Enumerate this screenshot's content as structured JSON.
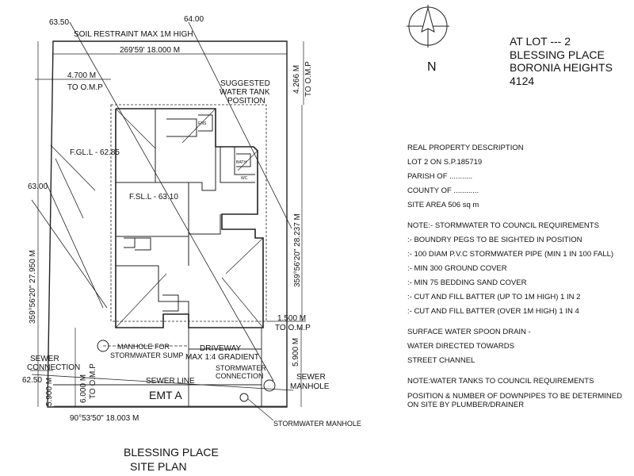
{
  "address": {
    "line1": "AT LOT --- 2",
    "line2": "BLESSING PLACE",
    "line3": "BORONIA HEIGHTS",
    "line4": "4124"
  },
  "north_label": "N",
  "property": {
    "heading": "REAL PROPERTY DESCRIPTION",
    "lot": "LOT 2 ON S.P.185719",
    "parish": "PARISH OF ...........",
    "county": "COUNTY OF ............",
    "area": "SITE AREA 506 sq m"
  },
  "notes": {
    "n1": "NOTE:- STORMWATER TO COUNCIL REQUIREMENTS",
    "n2": ":- BOUNDRY PEGS TO BE SIGHTED IN POSITION",
    "n3": ":- 100 DIAM P.V.C STORMWATER PIPE (MIN 1 IN 100 FALL)",
    "n4": ":- MIN 300 GROUND COVER",
    "n5": ":- MIN 75 BEDDING SAND COVER",
    "n6": ":- CUT AND FILL BATTER (UP TO 1M HIGH) 1 IN 2",
    "n7": ":- CUT AND FILL BATTER (OVER 1M HIGH) 1 IN 4",
    "s1": "SURFACE WATER SPOON DRAIN -",
    "s2": "WATER DIRECTED TOWARDS",
    "s3": "STREET CHANNEL",
    "t1": "NOTE:WATER TANKS TO COUNCIL REQUIREMENTS",
    "t2": "POSITION & NUMBER OF DOWNPIPES TO BE DETERMINED ON SITE BY PLUMBER/DRAINER"
  },
  "plan": {
    "soil_restraint": "SOIL RESTRAINT MAX 1M HIGH",
    "rl_6350": "63.50",
    "rl_6400": "64.00",
    "rl_6300": "63.00",
    "rl_6250": "62.50",
    "top_bearing": "269'59'  18.000 M",
    "bottom_bearing": "90°53'50\"  18.003 M",
    "left_bearing": "359°56'20\"  27.950 M",
    "right_bearing": "359°56'20\"  28.237 M",
    "setback_left": "4.700 M",
    "to_omp_left": "TO O.M.P",
    "setback_top": "4.266 M",
    "to_omp_top": "TO O.M.P",
    "setback_bottom": "1.500 M",
    "to_omp_bottom": "TO O.M.P",
    "tank_1": "SUGGESTED",
    "tank_2": "WATER TANK",
    "tank_3": "POSITION",
    "fgl": "F.GL.L - 62.85",
    "fsl": "F.SL.L - 63.10",
    "ens": "ENS",
    "bath": "BATH",
    "wc": "WC",
    "manhole_1": "MANHOLE FOR",
    "manhole_2": "STORMWATER SUMP",
    "driveway_1": "DRIVEWAY",
    "driveway_2": "MAX 1:4 GRADIENT",
    "sw_conn_1": "STORMWATER",
    "sw_conn_2": "CONNECTION",
    "sewer_conn_1": "SEWER",
    "sewer_conn_2": "CONNECTION",
    "sewer_line": "SEWER LINE",
    "emt": "EMT A",
    "sewer_mh_1": "SEWER",
    "sewer_mh_2": "MANHOLE",
    "sw_manhole": "STORMWATER MANHOLE",
    "d_6000": "6.000 M",
    "to_omp_sewer": "TO O.M.P",
    "d_5900_right": "5.900 M",
    "d_5900_left": "5.900 M"
  },
  "title": {
    "line1": "BLESSING PLACE",
    "line2": "SITE PLAN"
  }
}
